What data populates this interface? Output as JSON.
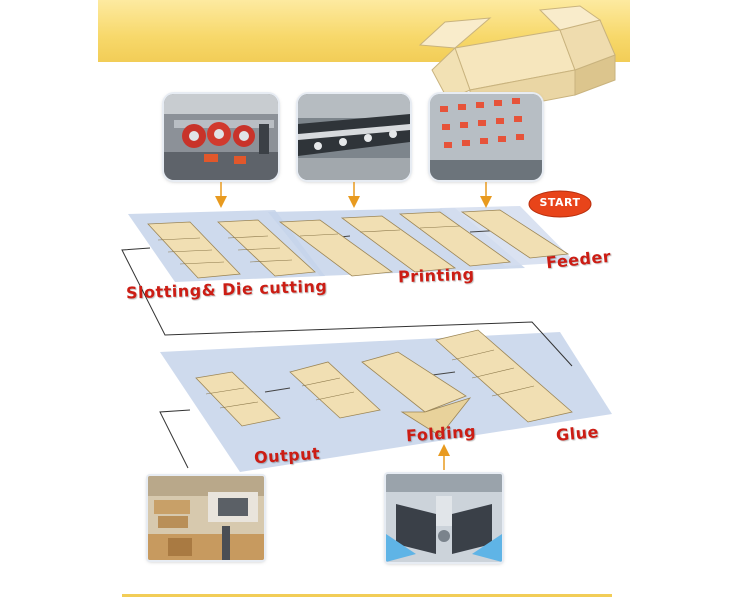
{
  "stages": {
    "feeder": "Feeder",
    "printing": "Printing",
    "slotting": "Slotting& Die cutting",
    "glue": "Glue",
    "folding": "Folding",
    "output": "Output"
  },
  "start_badge": "START",
  "colors": {
    "banner": "#f7d86a",
    "label_red": "#cc1d14",
    "start_orange": "#e8441a",
    "arrow_orange": "#e89a1f",
    "platform_blue": "#c6d3ea",
    "board_tan": "#f1dfb3"
  },
  "icons": {
    "box": "open-carton-box-icon",
    "arrow": "down-arrow-icon"
  }
}
